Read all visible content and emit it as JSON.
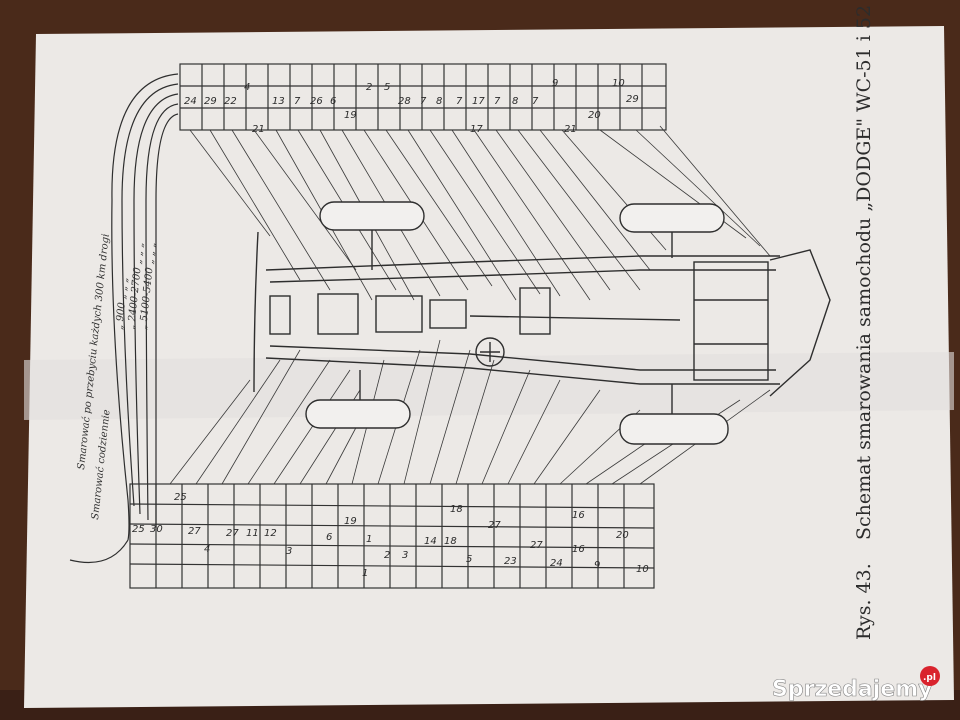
{
  "caption": {
    "prefix": "Rys. 43.",
    "title": "Schemat smarowania samochodu „DODGE\" WC-51 i 52"
  },
  "legend": {
    "heading": "Smarować codziennie",
    "lines": [
      "Smarować po przebyciu każdych 300 km drogi",
      "„ 900 „ „ „",
      "„ 2400-2700 „ „ „",
      "„ 5100-5400 „ „ „"
    ]
  },
  "top_grid": {
    "numbers": [
      "24",
      "29",
      "22",
      "4",
      "13",
      "7",
      "26",
      "6",
      "2",
      "5",
      "19",
      "28",
      "7",
      "8",
      "7",
      "17",
      "7",
      "8",
      "7",
      "9",
      "10",
      "29",
      "21",
      "17",
      "21",
      "20"
    ]
  },
  "bottom_grid": {
    "numbers": [
      "25",
      "25",
      "30",
      "27",
      "4",
      "27",
      "11",
      "12",
      "3",
      "6",
      "19",
      "1",
      "1",
      "2",
      "3",
      "18",
      "14",
      "18",
      "27",
      "5",
      "27",
      "23",
      "24",
      "16",
      "16",
      "20",
      "9",
      "10"
    ]
  },
  "watermark": {
    "text": "Sprzedajemy",
    "badge": ".pl"
  },
  "colors": {
    "background": "#4a2a1a",
    "paper": "#ece9e6",
    "ink": "#2b2b2b"
  }
}
